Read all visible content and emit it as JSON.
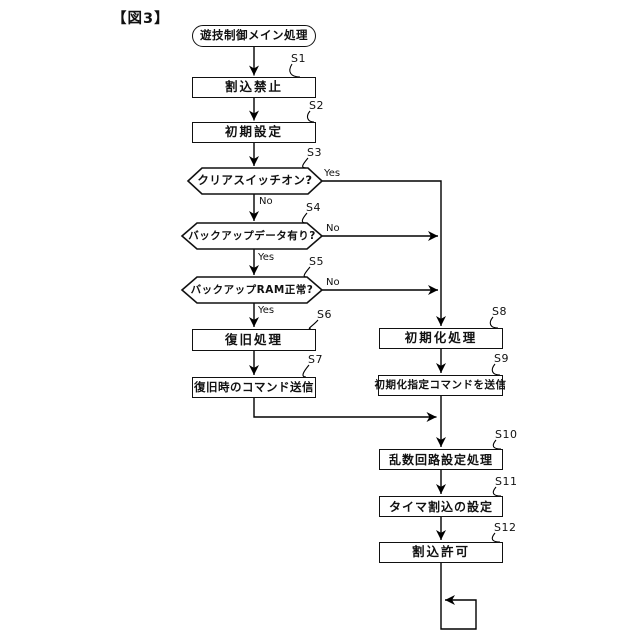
{
  "figure_label": "【図3】",
  "nodes": {
    "start": {
      "label": "遊技制御メイン処理"
    },
    "s1": {
      "step": "S1",
      "label": "割込禁止"
    },
    "s2": {
      "step": "S2",
      "label": "初期設定"
    },
    "s3": {
      "step": "S3",
      "label": "クリアスイッチオン?"
    },
    "s4": {
      "step": "S4",
      "label": "バックアップデータ有り?"
    },
    "s5": {
      "step": "S5",
      "label": "バックアップRAM正常?"
    },
    "s6": {
      "step": "S6",
      "label": "復旧処理"
    },
    "s7": {
      "step": "S7",
      "label": "復旧時のコマンド送信"
    },
    "s8": {
      "step": "S8",
      "label": "初期化処理"
    },
    "s9": {
      "step": "S9",
      "label": "初期化指定コマンドを送信"
    },
    "s10": {
      "step": "S10",
      "label": "乱数回路設定処理"
    },
    "s11": {
      "step": "S11",
      "label": "タイマ割込の設定"
    },
    "s12": {
      "step": "S12",
      "label": "割込許可"
    }
  },
  "branches": {
    "s3_yes": "Yes",
    "s3_no": "No",
    "s4_no": "No",
    "s4_yes": "Yes",
    "s5_no": "No",
    "s5_yes": "Yes"
  },
  "colors": {
    "line": "#000000",
    "background": "#ffffff"
  }
}
